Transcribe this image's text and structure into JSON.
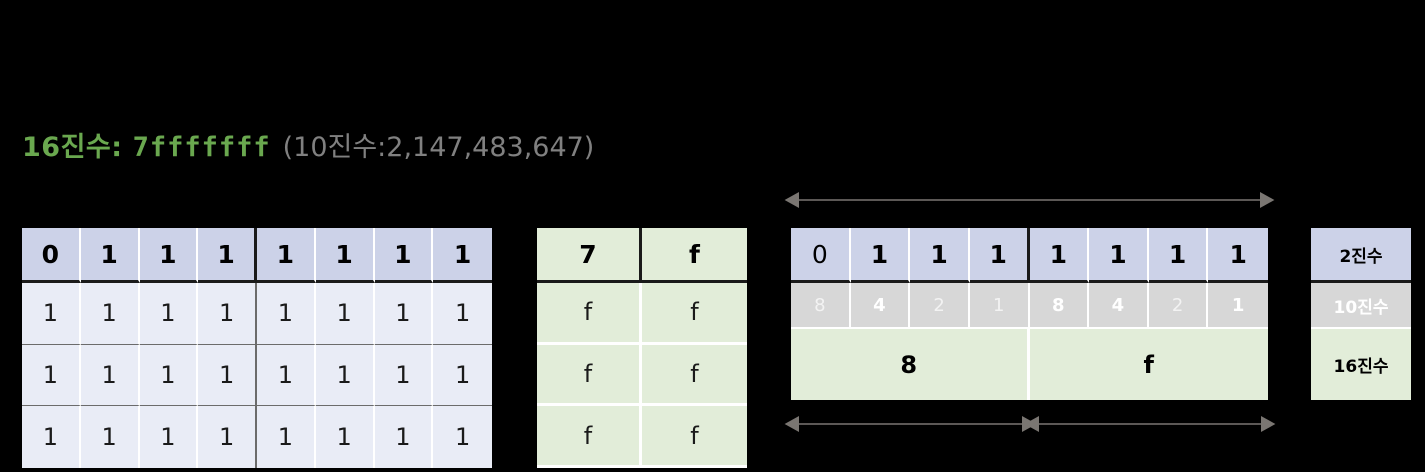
{
  "header": {
    "hex_label": "16진수:",
    "hex_value": "7fffffff",
    "decimal_note": "(10진수:2,147,483,647)",
    "hex_color": "#6aa84f",
    "decimal_color": "#808080"
  },
  "binary_table": {
    "name": "binary-digits-table",
    "columns": 8,
    "nibble_split_after": 4,
    "header_row": [
      "0",
      "1",
      "1",
      "1",
      "1",
      "1",
      "1",
      "1"
    ],
    "body_rows": [
      [
        "1",
        "1",
        "1",
        "1",
        "1",
        "1",
        "1",
        "1"
      ],
      [
        "1",
        "1",
        "1",
        "1",
        "1",
        "1",
        "1",
        "1"
      ],
      [
        "1",
        "1",
        "1",
        "1",
        "1",
        "1",
        "1",
        "1"
      ]
    ],
    "header_bg": "#ccd2e8",
    "body_bg": "#e9ecf6"
  },
  "hex_table": {
    "name": "hex-digits-table",
    "columns": 2,
    "header_row": [
      "7",
      "f"
    ],
    "body_rows": [
      [
        "f",
        "f"
      ],
      [
        "f",
        "f"
      ],
      [
        "f",
        "f"
      ]
    ],
    "bg": "#e2edd9"
  },
  "detail_panel": {
    "binary_row": [
      {
        "value": "0",
        "emphasis": "light"
      },
      {
        "value": "1",
        "emphasis": "bold"
      },
      {
        "value": "1",
        "emphasis": "bold"
      },
      {
        "value": "1",
        "emphasis": "bold"
      },
      {
        "value": "1",
        "emphasis": "bold"
      },
      {
        "value": "1",
        "emphasis": "bold"
      },
      {
        "value": "1",
        "emphasis": "bold"
      },
      {
        "value": "1",
        "emphasis": "bold"
      }
    ],
    "place_value_row": [
      {
        "value": "8",
        "emphasis": "light"
      },
      {
        "value": "4",
        "emphasis": "bold"
      },
      {
        "value": "2",
        "emphasis": "light"
      },
      {
        "value": "1",
        "emphasis": "light"
      },
      {
        "value": "8",
        "emphasis": "bold"
      },
      {
        "value": "4",
        "emphasis": "bold"
      },
      {
        "value": "2",
        "emphasis": "light"
      },
      {
        "value": "1",
        "emphasis": "bold"
      }
    ],
    "hex_row": [
      "8",
      "f"
    ],
    "binary_bg": "#ccd2e8",
    "decimal_bg": "#d7d7d7",
    "hex_bg": "#e2edd9"
  },
  "legend": {
    "items": [
      {
        "label": "2진수",
        "color": "#ccd2e8",
        "text_color": "#000000"
      },
      {
        "label": "10진수",
        "color": "#d7d7d7",
        "text_color": "#ffffff"
      },
      {
        "label": "16진수",
        "color": "#e2edd9",
        "text_color": "#000000"
      }
    ]
  },
  "arrows": {
    "top": {
      "name": "span-arrow-full-byte",
      "style": "double-headed"
    },
    "bottom_left": {
      "name": "span-arrow-high-nibble",
      "style": "double-headed"
    },
    "bottom_right": {
      "name": "span-arrow-low-nibble",
      "style": "double-headed"
    },
    "color": "#7a7672"
  }
}
